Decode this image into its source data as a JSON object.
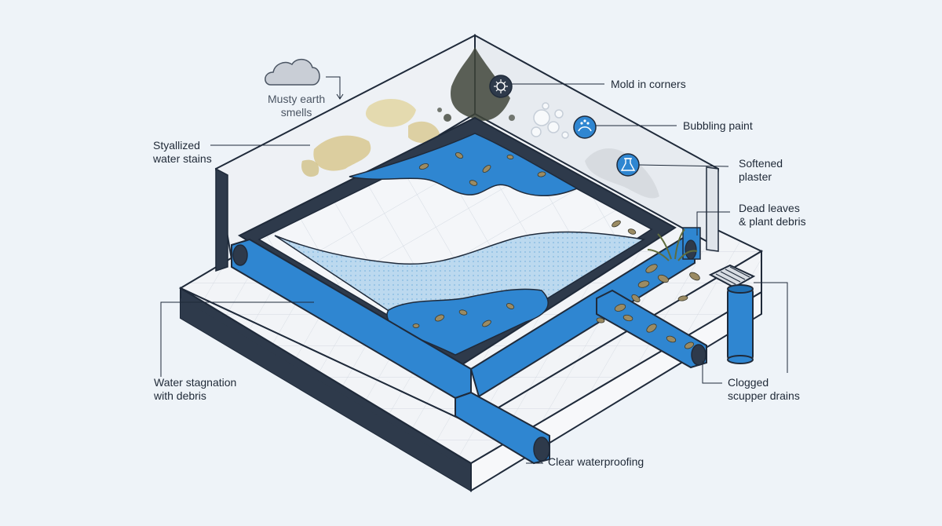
{
  "colors": {
    "background": "#eef3f8",
    "outline": "#1f2a3a",
    "water_blue": "#2f86d1",
    "slab_dark": "#2e3a4b",
    "wall_light": "#e7ebf0",
    "stain": "#d8c88f",
    "mold": "#3f4539"
  },
  "labels": {
    "smell": [
      "Musty earth",
      "smells"
    ],
    "stains": [
      "Styallized",
      "water stains"
    ],
    "mold": [
      "Mold in corners"
    ],
    "bubbling": [
      "Bubbling paint"
    ],
    "plaster": [
      "Softened",
      "plaster"
    ],
    "leaves": [
      "Dead leaves",
      "& plant debris"
    ],
    "stagnation": [
      "Water stagnation",
      "with debris"
    ],
    "clogged": [
      "Clogged",
      "scupper drains"
    ],
    "waterproofing": [
      "Clear waterproofing"
    ]
  },
  "icons": {
    "smell": "cloud-icon",
    "mold": "mold-spore-icon",
    "bubbling": "bubble-icon",
    "plaster": "flask-icon"
  }
}
